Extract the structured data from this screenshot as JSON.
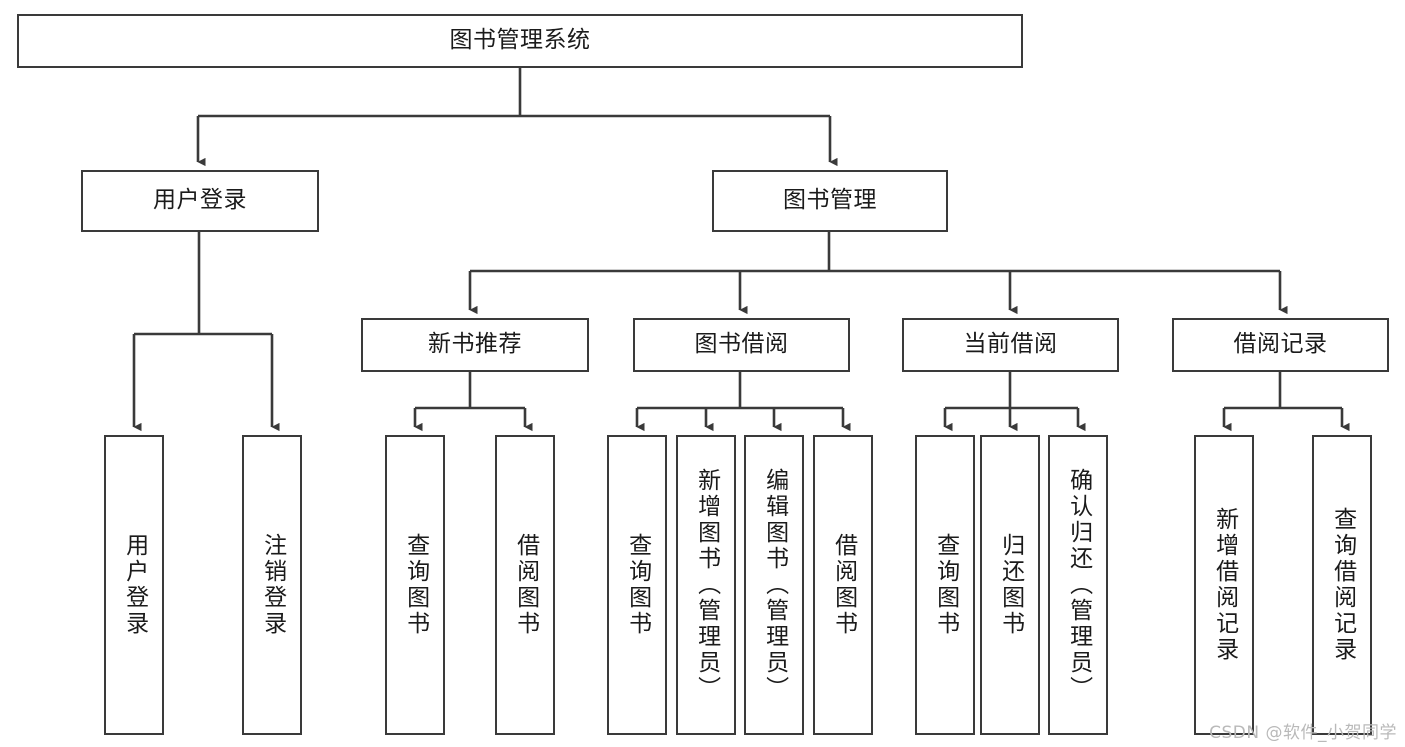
{
  "diagram": {
    "title": "图书管理系统",
    "type": "tree-hierarchy-chart",
    "root": {
      "label": "图书管理系统"
    },
    "level2": [
      {
        "label": "用户登录"
      },
      {
        "label": "图书管理"
      }
    ],
    "level3": [
      {
        "label": "新书推荐"
      },
      {
        "label": "图书借阅"
      },
      {
        "label": "当前借阅"
      },
      {
        "label": "借阅记录"
      }
    ],
    "leaves_user_login": [
      {
        "label": "用户登录"
      },
      {
        "label": "注销登录"
      }
    ],
    "leaves_new_book": [
      {
        "label": "查询图书"
      },
      {
        "label": "借阅图书"
      }
    ],
    "leaves_borrow": [
      {
        "label": "查询图书"
      },
      {
        "label": "新增图书（管理员）"
      },
      {
        "label": "编辑图书（管理员）"
      },
      {
        "label": "借阅图书"
      }
    ],
    "leaves_current": [
      {
        "label": "查询图书"
      },
      {
        "label": "归还图书"
      },
      {
        "label": "确认归还（管理员）"
      }
    ],
    "leaves_record": [
      {
        "label": "新增借阅记录"
      },
      {
        "label": "查询借阅记录"
      }
    ],
    "watermark": "CSDN @软件_小贺同学",
    "colors": {
      "stroke": "#3a3a3a",
      "fill": "#ffffff",
      "text": "#1b1b1b",
      "watermark": "#b9b9b9"
    }
  }
}
